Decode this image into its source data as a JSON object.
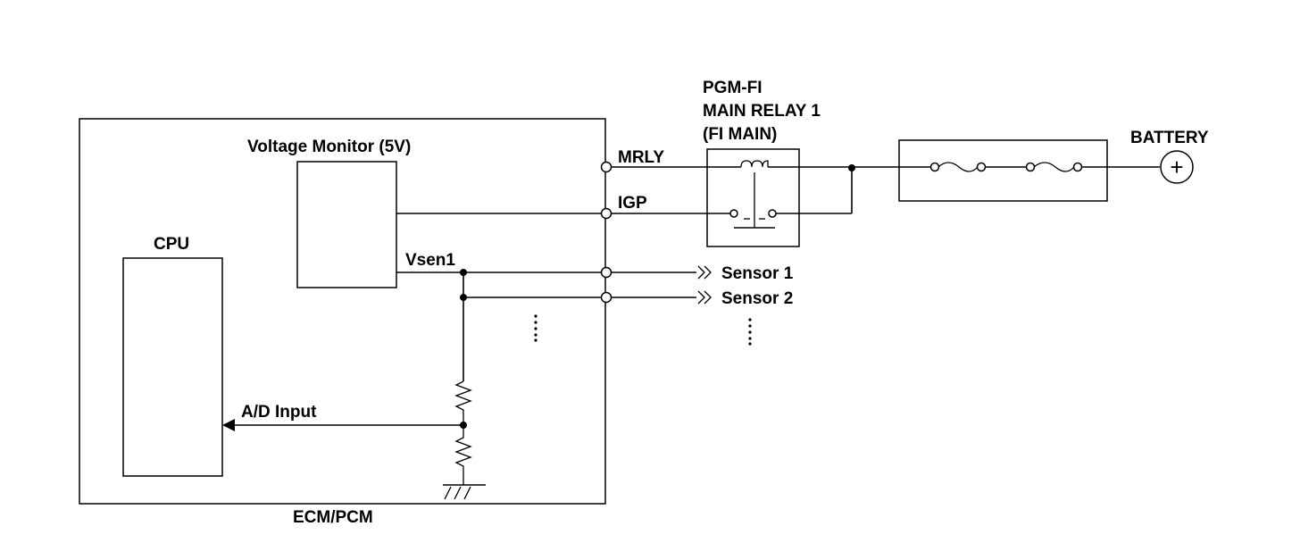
{
  "diagram": {
    "labels": {
      "voltage_monitor": "Voltage Monitor (5V)",
      "cpu": "CPU",
      "ecm_pcm": "ECM/PCM",
      "relay_line1": "PGM-FI",
      "relay_line2": "MAIN RELAY 1",
      "relay_line3": "(FI MAIN)",
      "battery": "BATTERY",
      "mrly": "MRLY",
      "igp": "IGP",
      "vsen1": "Vsen1",
      "sensor1": "Sensor 1",
      "sensor2": "Sensor 2",
      "ad_input": "A/D Input",
      "battery_symbol": "+"
    }
  }
}
